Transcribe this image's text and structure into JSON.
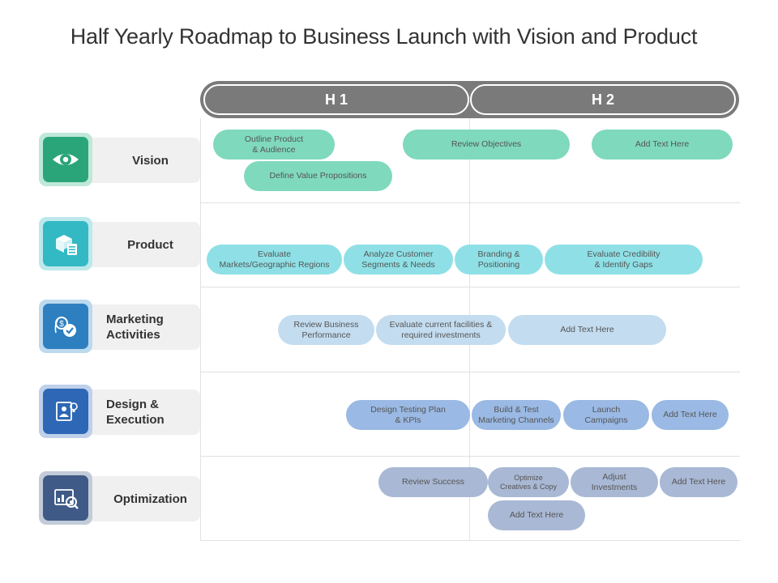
{
  "title": "Half Yearly Roadmap to Business Launch with Vision and Product",
  "halves": [
    "H 1",
    "H 2"
  ],
  "rows": [
    {
      "label": "Vision",
      "icon": "eye-icon",
      "color": "#2aa57a",
      "ring": "#bfe8d9"
    },
    {
      "label": "Product",
      "icon": "product-box-icon",
      "color": "#33b9c3",
      "ring": "#bde8ec"
    },
    {
      "label": "Marketing\nActivities",
      "icon": "marketing-dollar-check-icon",
      "color": "#2e7fc0",
      "ring": "#bcd9ee"
    },
    {
      "label": "Design &\nExecution",
      "icon": "design-person-board-icon",
      "color": "#2d67b6",
      "ring": "#bed0ea"
    },
    {
      "label": "Optimization",
      "icon": "optimization-chart-magnifier-icon",
      "color": "#3f5a86",
      "ring": "#c3cbd9"
    }
  ],
  "tasks": {
    "vision": [
      "Outline Product\n& Audience",
      "Define Value Propositions",
      "Review Objectives",
      "Add Text Here"
    ],
    "product": [
      "Evaluate\nMarkets/Geographic Regions",
      "Analyze Customer\nSegments & Needs",
      "Branding &\nPositioning",
      "Evaluate Credibility\n& Identify Gaps"
    ],
    "marketing": [
      "Review Business\nPerformance",
      "Evaluate current facilities &\nrequired investments",
      "Add Text Here"
    ],
    "design": [
      "Design Testing Plan\n& KPIs",
      "Build & Test\nMarketing Channels",
      "Launch\nCampaigns",
      "Add Text Here"
    ],
    "optimization": [
      "Review Success",
      "Optimize\nCreatives & Copy",
      "Adjust\nInvestments",
      "Add Text Here",
      "Add Text Here"
    ]
  }
}
